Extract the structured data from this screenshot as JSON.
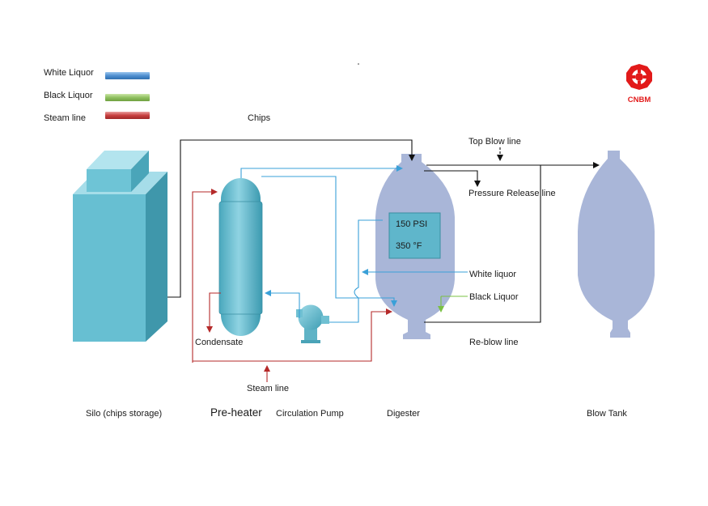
{
  "legend": {
    "white_liquor": {
      "label": "White Liquor",
      "color": "#4f8fd0"
    },
    "black_liquor": {
      "label": "Black Liquor",
      "color": "#8fc060"
    },
    "steam_line": {
      "label": "Steam line",
      "color": "#c84040"
    }
  },
  "logo": {
    "text": "CNBM",
    "color": "#e21a1a"
  },
  "labels": {
    "chips": "Chips",
    "top_blow_line": "Top Blow line",
    "pressure_release_line": "Pressure Release  line",
    "pressure": "150 PSI",
    "temperature": "350 °F",
    "white_liquor_line": "White liquor",
    "black_liquor_line": "Black Liquor",
    "re_blow_line": "Re-blow line",
    "condensate": "Condensate",
    "steam_line_bottom": "Steam line"
  },
  "equipment": {
    "silo": "Silo (chips storage)",
    "pre_heater": "Pre-heater",
    "circulation_pump": "Circulation Pump",
    "digester": "Digester",
    "blow_tank": "Blow Tank"
  },
  "colors": {
    "equipment_fill": "#5bb5c8",
    "vessel_fill": "#a9b6d8",
    "white_liquor_line": "#3aa0d8",
    "steam_line": "#b52a2a",
    "black_liquor_line": "#7ac043",
    "process_line": "#111111"
  }
}
